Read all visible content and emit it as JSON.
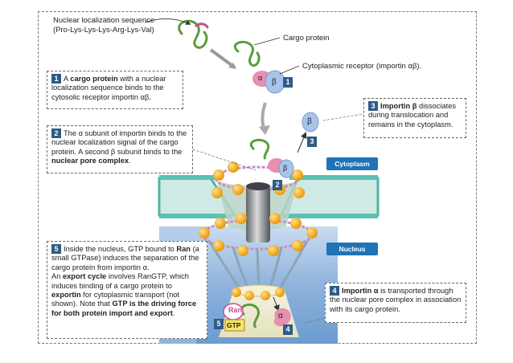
{
  "labels": {
    "nls_line1": "Nuclear localization sequence",
    "nls_line2": "(Pro-Lys-Lys-Lys-Arg-Lys-Val)",
    "cargo_protein": "Cargo protein",
    "cytoplasmic_receptor": "Cytoplasmic receptor (importin αβ).",
    "alpha": "α",
    "beta": "β",
    "cytoplasm": "Cytoplasm",
    "nucleus": "Nucleus",
    "ran": "Ran",
    "gtp": "GTP"
  },
  "markers": {
    "m1": "1",
    "m2": "2",
    "m3": "3",
    "m4": "4",
    "m5": "5"
  },
  "steps": {
    "s1": {
      "num": "1",
      "bold": "cargo protein",
      "pre": "A ",
      "rest": " with a nuclear localization sequence binds to the cytosolic receptor importin αβ."
    },
    "s2": {
      "num": "2",
      "pre": "The α subunit of importin binds to the nuclear localization signal of the cargo protein. A second β subunit binds to the ",
      "bold": "nuclear pore complex",
      "rest": "."
    },
    "s3": {
      "num": "3",
      "bold": "Importin β",
      "rest": " dissociates during translocation and remains in the cytoplasm."
    },
    "s4": {
      "num": "4",
      "bold": "Importin α",
      "rest": " is transported through the nuclear pore complex in association with its cargo protein."
    },
    "s5": {
      "num": "5",
      "p1_pre": "Inside the nucleus, GTP bound to ",
      "p1_bold": "Ran",
      "p1_rest": " (a small GTPase) induces the separation of the cargo protein from importin α.",
      "p2_pre": "An ",
      "p2_bold1": "export cycle",
      "p2_mid": " involves RanGTP, which induces binding of a cargo protein to ",
      "p2_bold2": "exportin",
      "p2_rest": " for cytoplasmic transport (not shown). Note that ",
      "p2_bold3": "GTP is the driving force for both protein import and export",
      "p2_end": "."
    }
  },
  "colors": {
    "membrane": "#5cc0b4",
    "nucleus_bg": "#8fb8e0",
    "bead": "#f3a512",
    "beta_blue": "#a9c3ea",
    "alpha_pink": "#e78fb0",
    "cargo_green": "#5a9e3a",
    "banner": "#1f73b6",
    "marker": "#2f5b86"
  }
}
